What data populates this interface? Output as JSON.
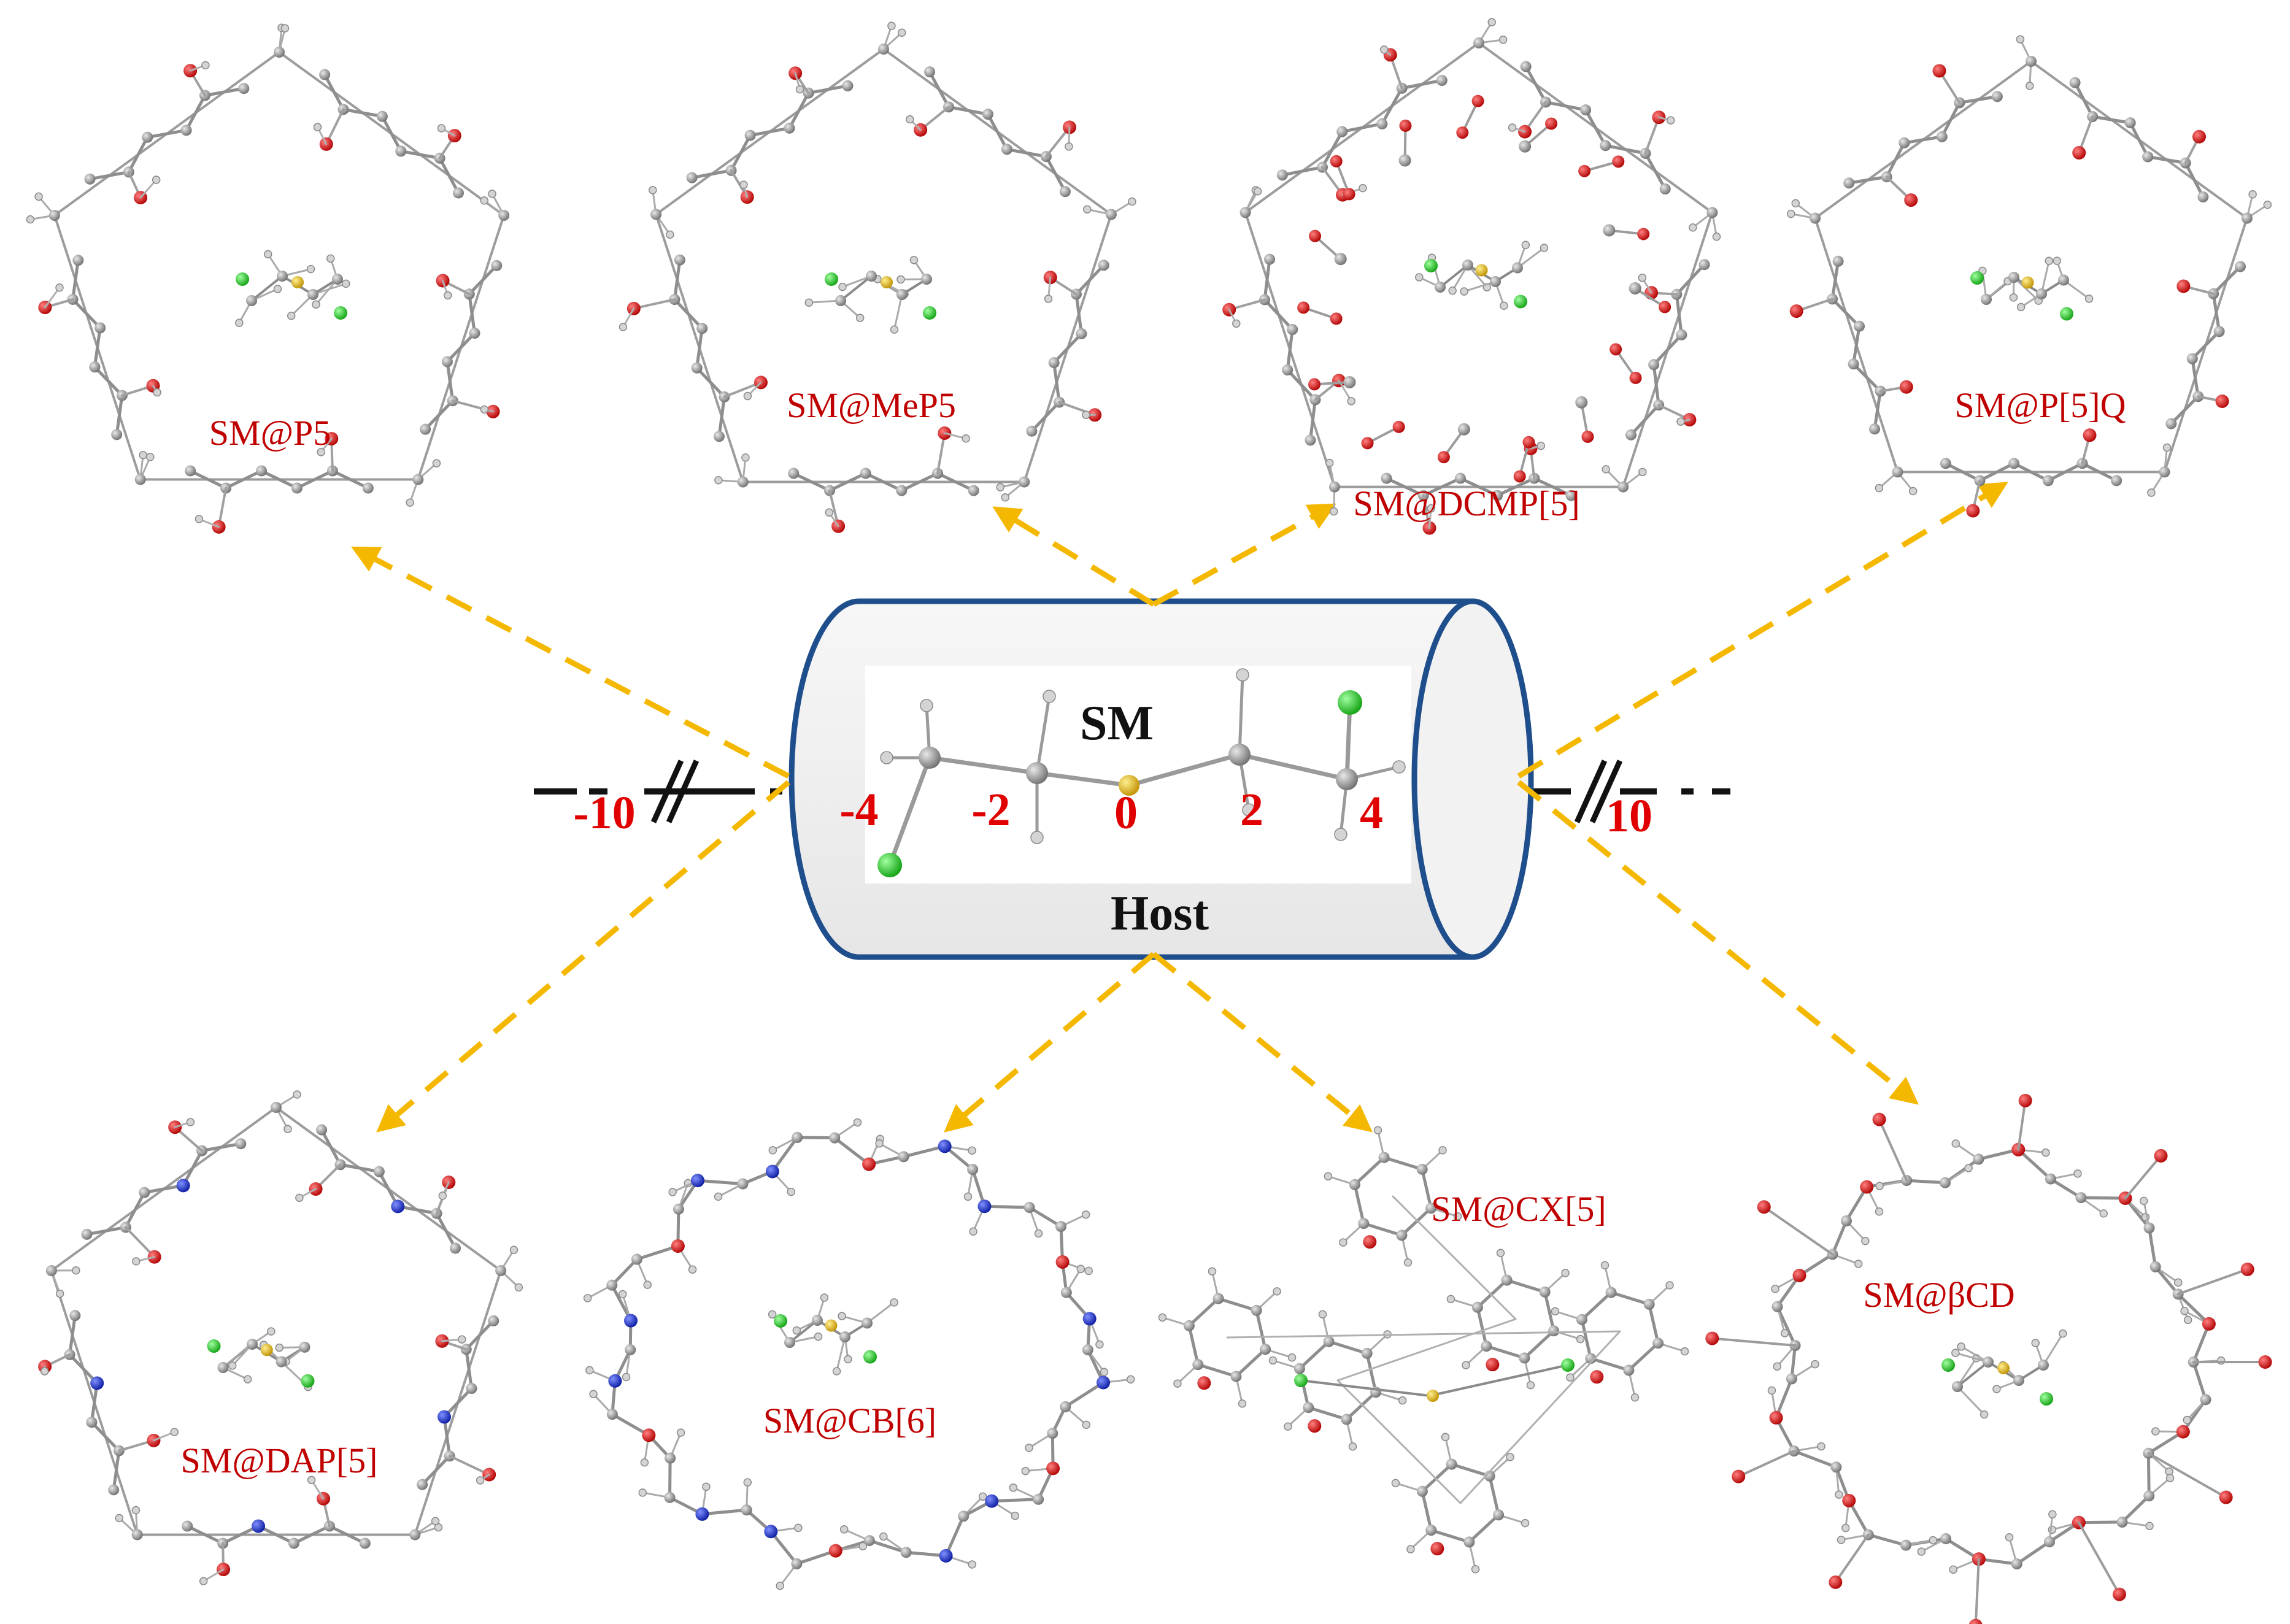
{
  "center": {
    "guest_label": "SM",
    "host_label": "Host",
    "axis_ticks": [
      "-10",
      "-4",
      "-2",
      "0",
      "2",
      "4",
      "10"
    ]
  },
  "hosts": [
    {
      "label": "SM@P5",
      "ring": "pentagon"
    },
    {
      "label": "SM@MeP5",
      "ring": "pentagon"
    },
    {
      "label": "SM@DCMP[5]",
      "ring": "pentagon"
    },
    {
      "label": "SM@P[5]Q",
      "ring": "pentagon"
    },
    {
      "label": "SM@DAP[5]",
      "ring": "pentagon"
    },
    {
      "label": "SM@CB[6]",
      "ring": "circle"
    },
    {
      "label": "SM@CX[5]",
      "ring": "open"
    },
    {
      "label": "SM@βCD",
      "ring": "circle"
    }
  ],
  "colors": {
    "arrow": "#f5b800",
    "cylinder_stroke": "#1f4e8c",
    "cylinder_fill": "#f0f0f0",
    "label_red": "#c00000",
    "tick_red": "#e00000",
    "oxygen": "#dd1111",
    "nitrogen": "#1a2fd0",
    "chlorine": "#22cc22",
    "sulfur": "#e0b000",
    "carbon": "#8c8c8c",
    "hydrogen": "#d8d8d8"
  }
}
